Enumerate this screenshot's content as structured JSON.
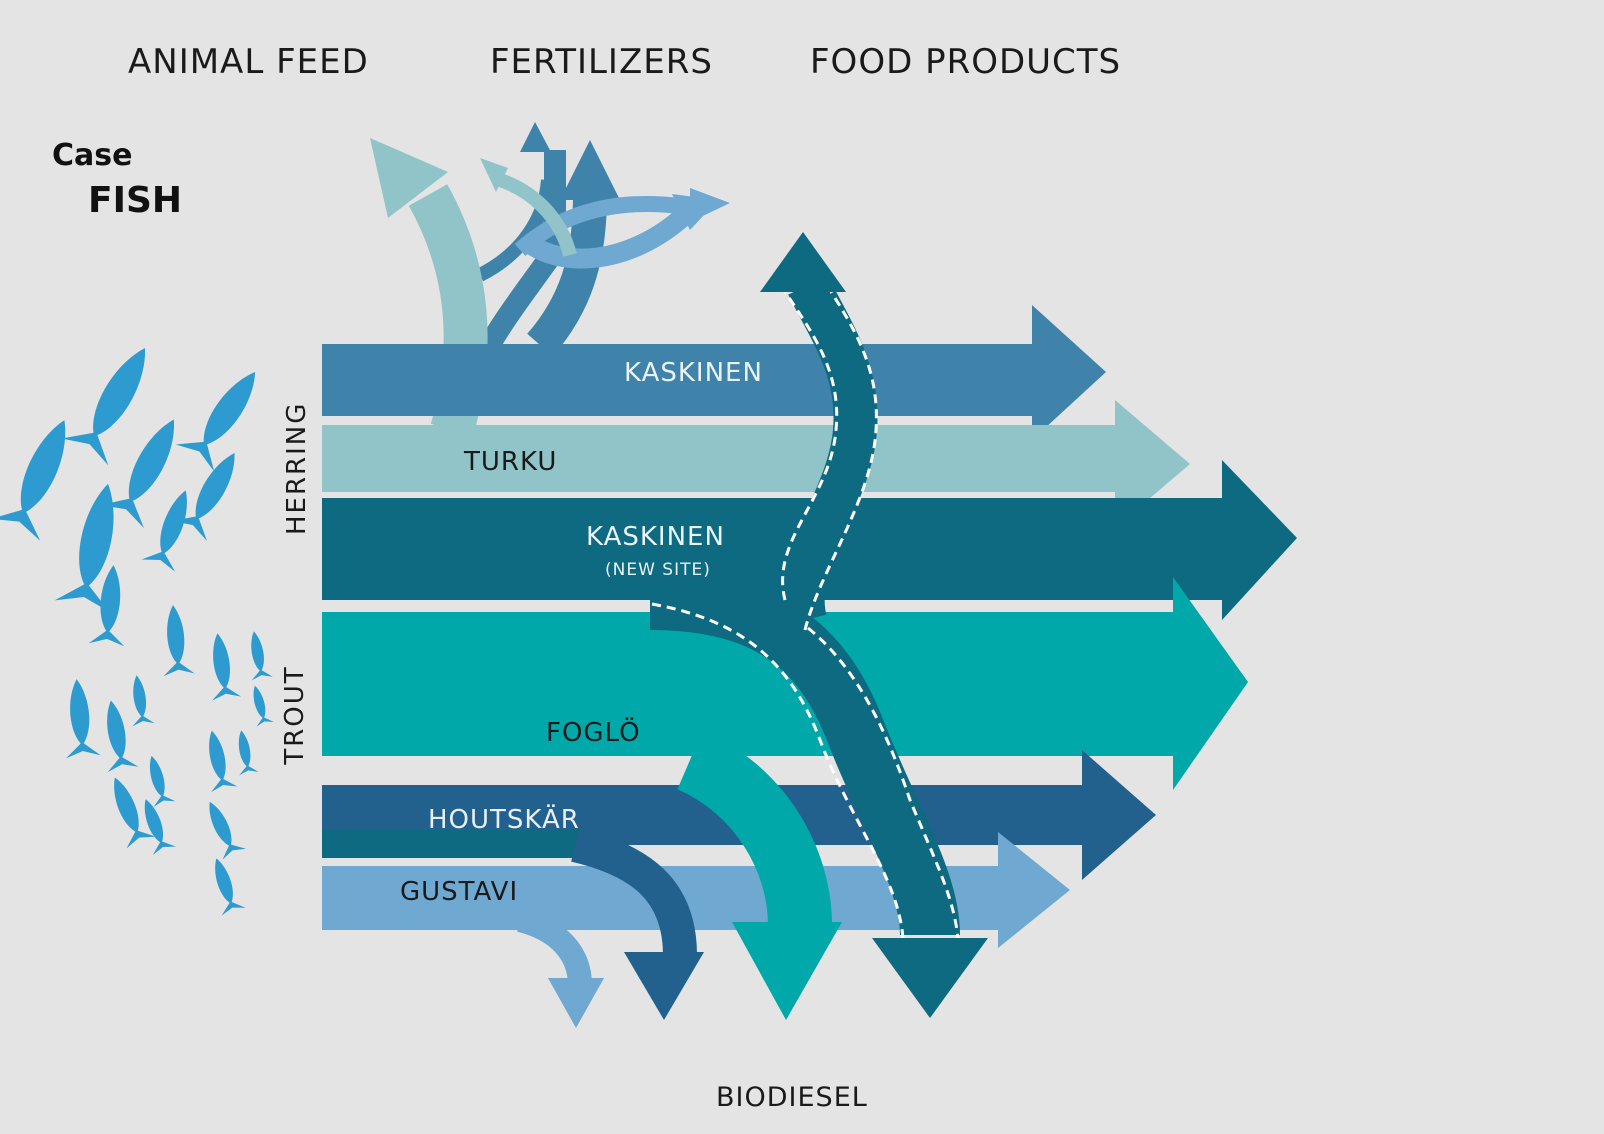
{
  "outputs": {
    "animal_feed": "ANIMAL FEED",
    "fertilizers": "FERTILIZERS",
    "food_products": "FOOD PRODUCTS",
    "biodiesel": "BIODIESEL"
  },
  "case": {
    "label": "Case",
    "title": "FISH"
  },
  "groups": {
    "herring": "HERRING",
    "trout": "TROUT"
  },
  "sites": {
    "kaskinen": "KASKINEN",
    "turku": "TURKU",
    "kaskinen_new": "KASKINEN",
    "kaskinen_new_note": "(NEW SITE)",
    "foglo": "FOGLÖ",
    "houtskar": "HOUTSKÄR",
    "gustavi": "GUSTAVI"
  },
  "colors": {
    "background": "#e4e4e4",
    "kaskinen": "#3f83ab",
    "turku": "#91c4c9",
    "kaskinen_new": "#0e6a80",
    "foglo": "#01a8a9",
    "houtskar": "#22618d",
    "gustavi": "#6fa8d0",
    "fish": "#2e9bd0"
  }
}
